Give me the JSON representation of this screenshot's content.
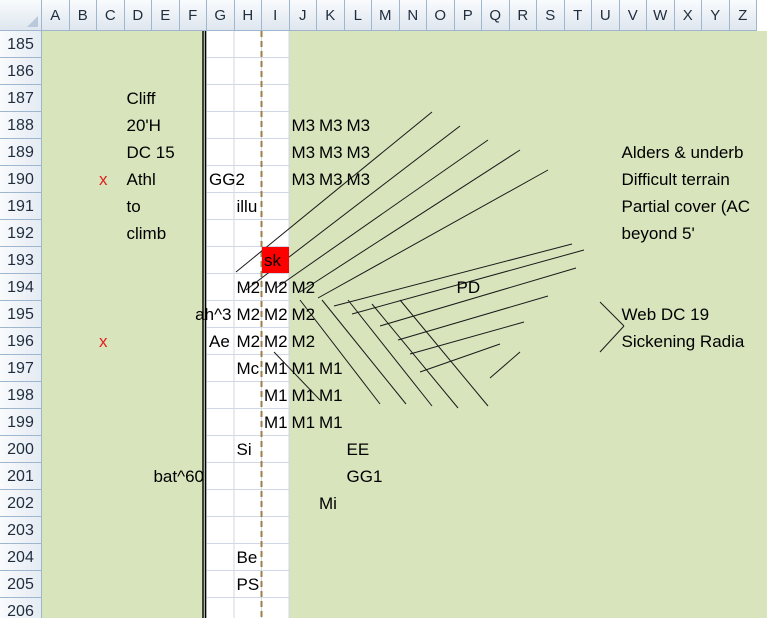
{
  "columns": [
    "A",
    "B",
    "C",
    "D",
    "E",
    "F",
    "G",
    "H",
    "I",
    "J",
    "K",
    "L",
    "M",
    "N",
    "O",
    "P",
    "Q",
    "R",
    "S",
    "T",
    "U",
    "V",
    "W",
    "X",
    "Y",
    "Z"
  ],
  "rows": [
    {
      "num": "185",
      "cells": []
    },
    {
      "num": "186",
      "cells": []
    },
    {
      "num": "187",
      "cells": [
        {
          "col": "D",
          "text": "Cliff"
        }
      ]
    },
    {
      "num": "188",
      "cells": [
        {
          "col": "D",
          "text": "20'H"
        },
        {
          "col": "J",
          "text": "M3"
        },
        {
          "col": "K",
          "text": "M3"
        },
        {
          "col": "L",
          "text": "M3"
        }
      ]
    },
    {
      "num": "189",
      "cells": [
        {
          "col": "D",
          "text": "DC 15"
        },
        {
          "col": "J",
          "text": "M3"
        },
        {
          "col": "K",
          "text": "M3"
        },
        {
          "col": "L",
          "text": "M3"
        },
        {
          "col": "V",
          "text": "Alders & underb"
        }
      ]
    },
    {
      "num": "190",
      "cells": [
        {
          "col": "C",
          "text": "x",
          "style": "red-x"
        },
        {
          "col": "D",
          "text": "Athl"
        },
        {
          "col": "G",
          "text": "GG2"
        },
        {
          "col": "J",
          "text": "M3"
        },
        {
          "col": "K",
          "text": "M3"
        },
        {
          "col": "L",
          "text": "M3"
        },
        {
          "col": "V",
          "text": "Difficult terrain"
        }
      ]
    },
    {
      "num": "191",
      "cells": [
        {
          "col": "D",
          "text": "to"
        },
        {
          "col": "H",
          "text": "illu"
        },
        {
          "col": "V",
          "text": "Partial cover (AC"
        }
      ]
    },
    {
      "num": "192",
      "cells": [
        {
          "col": "D",
          "text": "climb"
        },
        {
          "col": "V",
          "text": "beyond 5'"
        }
      ]
    },
    {
      "num": "193",
      "cells": []
    },
    {
      "num": "194",
      "cells": [
        {
          "col": "H",
          "text": "M2"
        },
        {
          "col": "I",
          "text": "M2"
        },
        {
          "col": "J",
          "text": "M2"
        },
        {
          "col": "P",
          "text": "PD"
        }
      ]
    },
    {
      "num": "195",
      "cells": [
        {
          "col": "G",
          "text": "ah^3",
          "style": "right"
        },
        {
          "col": "H",
          "text": "M2"
        },
        {
          "col": "I",
          "text": "M2"
        },
        {
          "col": "J",
          "text": "M2"
        },
        {
          "col": "V",
          "text": "Web DC 19"
        }
      ]
    },
    {
      "num": "196",
      "cells": [
        {
          "col": "C",
          "text": "x",
          "style": "red-x"
        },
        {
          "col": "G",
          "text": "Ae"
        },
        {
          "col": "H",
          "text": "M2"
        },
        {
          "col": "I",
          "text": "M2"
        },
        {
          "col": "J",
          "text": "M2"
        },
        {
          "col": "V",
          "text": "Sickening Radia"
        }
      ]
    },
    {
      "num": "197",
      "cells": [
        {
          "col": "H",
          "text": "Mc"
        },
        {
          "col": "I",
          "text": "M1"
        },
        {
          "col": "J",
          "text": "M1"
        },
        {
          "col": "K",
          "text": "M1"
        }
      ]
    },
    {
      "num": "198",
      "cells": [
        {
          "col": "I",
          "text": "M1"
        },
        {
          "col": "J",
          "text": "M1"
        },
        {
          "col": "K",
          "text": "M1"
        }
      ]
    },
    {
      "num": "199",
      "cells": [
        {
          "col": "I",
          "text": "M1"
        },
        {
          "col": "J",
          "text": "M1"
        },
        {
          "col": "K",
          "text": "M1"
        }
      ]
    },
    {
      "num": "200",
      "cells": [
        {
          "col": "H",
          "text": "Si"
        },
        {
          "col": "L",
          "text": "EE"
        }
      ]
    },
    {
      "num": "201",
      "cells": [
        {
          "col": "F",
          "text": "bat^60",
          "style": "right"
        },
        {
          "col": "L",
          "text": "GG1"
        }
      ]
    },
    {
      "num": "202",
      "cells": [
        {
          "col": "K",
          "text": "Mi"
        }
      ]
    },
    {
      "num": "203",
      "cells": []
    },
    {
      "num": "204",
      "cells": [
        {
          "col": "H",
          "text": "Be"
        }
      ]
    },
    {
      "num": "205",
      "cells": [
        {
          "col": "H",
          "text": "PS"
        }
      ]
    },
    {
      "num": "206",
      "cells": []
    }
  ],
  "highlighted_cell": {
    "col": "I",
    "row": "193",
    "text": "sk",
    "fill": "#ff0000"
  },
  "colors": {
    "sheet_background": "#d8e4bc",
    "corridor_background": "#ffffff",
    "gridline": "#d0d7e5",
    "header_border": "#9eb6ce",
    "red_x": "#e02020",
    "dashed_line": "#9c7f4b"
  }
}
